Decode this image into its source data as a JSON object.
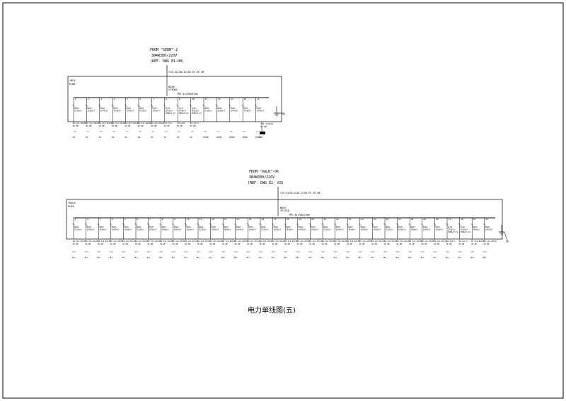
{
  "title": "电力单线图(五)",
  "upper": {
    "source": [
      "FROM \"SERM\"-2",
      "3Ø4W380/220V",
      "(REF. DWG E1-00)"
    ],
    "cable": "YJV-4x240+1x120 E3 SE WE",
    "panel": [
      "*DLB",
      "ELBA"
    ],
    "main_breaker": [
      "NSXX",
      "2F300A"
    ],
    "bus": "TMY-4x(60x6)mm",
    "breakers": [
      {
        "num": "1",
        "spec": [
          "NSXX",
          "1P16A/C"
        ],
        "load": [
          "BV-3x2.5SC20",
          "WC.WE"
        ],
        "code": "N1"
      },
      {
        "num": "2",
        "spec": [
          "NSXX",
          "1P16A/C"
        ],
        "load": [
          "BV-3x2.5SC20",
          "WC.WE"
        ],
        "code": "N2"
      },
      {
        "num": "3",
        "spec": [
          "NSXX",
          "1P16A/C"
        ],
        "load": [
          "BV-3x2.5SC20",
          "WC.WE"
        ],
        "code": "N3"
      },
      {
        "num": "4",
        "spec": [
          "NSXX",
          "1P16A/C"
        ],
        "load": [
          "BV-3x2.5SC20",
          "WC.WE"
        ],
        "code": "N4"
      },
      {
        "num": "5",
        "spec": [
          "NSXX",
          "1P16A/C"
        ],
        "load": [
          "BV-3x2.5SC20",
          "WC.WE"
        ],
        "code": "N5"
      },
      {
        "num": "6",
        "spec": [
          "NSXX",
          "1P16A/C"
        ],
        "load": [
          "BV-3x2.5SC20",
          "WC.WE"
        ],
        "code": "N6"
      },
      {
        "num": "7",
        "spec": [
          "NSXX",
          "1P16A/C"
        ],
        "load": [
          "BV-3x2.5SC20",
          "WC.WE"
        ],
        "code": "N7"
      },
      {
        "num": "8",
        "spec": [
          "VLSX",
          "3P16A/C",
          "30MA/0.1S"
        ],
        "load": [
          "YJV-5x4",
          "WC.WE"
        ],
        "code": "W1"
      },
      {
        "num": "9",
        "spec": [
          "VLSX",
          "3P16A/C",
          "30MA/0.1S"
        ],
        "load": [
          "YJV-5x4",
          "WC.WE"
        ],
        "code": "W2"
      },
      {
        "num": "10",
        "spec": [
          "VLSX",
          "3P16A/C",
          "30MA/0.1S"
        ],
        "load": [
          "BV-3x2.5",
          "WC.WE"
        ],
        "code": "W3"
      },
      {
        "num": "11",
        "spec": [
          "NSXX",
          "1P16A/C"
        ],
        "load": [],
        "code": "SPARE"
      },
      {
        "num": "12",
        "spec": [
          "NSXX",
          "1P16A/C"
        ],
        "load": [],
        "code": "SPARE"
      },
      {
        "num": "13",
        "spec": [
          "NSXX",
          "1P16A/C"
        ],
        "load": [],
        "code": "SPARE"
      },
      {
        "num": "14",
        "spec": [
          "NSXX",
          "1P16A/C"
        ],
        "load": [],
        "code": "SPARE"
      },
      {
        "num": "15",
        "spec": [
          "NSXX",
          "1P16A/C"
        ],
        "load": [],
        "code": "SPARE"
      }
    ],
    "spd": {
      "load": [
        "YJV-4x25mm",
        "SC.WE"
      ],
      "code": "SPD"
    }
  },
  "lower": {
    "source": [
      "FROM \"DALB\"-06",
      "3Ø4W380/220V",
      "(REF. DWG E1- 03)"
    ],
    "cable": "YJV-4x35+1x16 SC50 E3 SE WE",
    "panel": [
      "*DALB",
      "ELBA"
    ],
    "main_breaker": [
      "NSXX",
      "3P125A"
    ],
    "bus": "TMY-4x(30x4)mm",
    "breaker_count": 34,
    "breaker_spec": [
      "NSXX",
      "1P16A/C"
    ],
    "special_spec": [
      "VLSX",
      "3P16A/C",
      "30MA/0.1S"
    ],
    "breaker_load": [
      "BV-3x2.5SC20",
      "WC.WE"
    ],
    "special_load": [
      "BV-3x2.5",
      "WC.WE"
    ],
    "breaker_code": "WLx"
  }
}
